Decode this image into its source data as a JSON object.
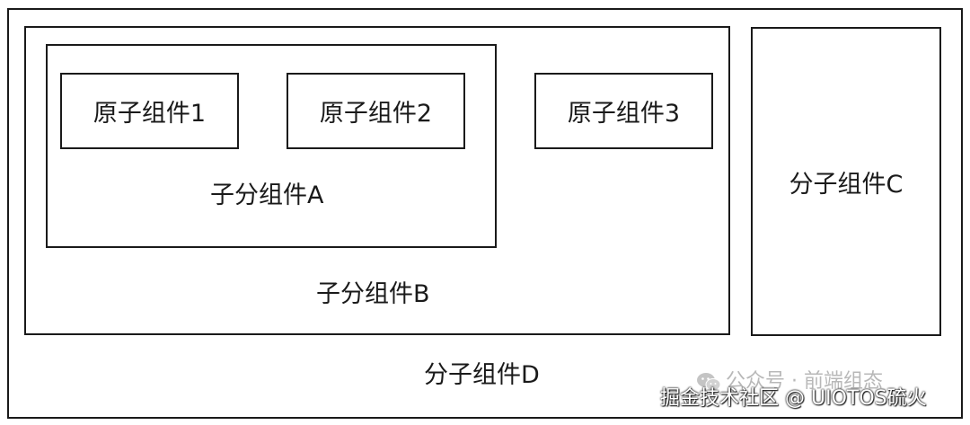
{
  "diagram": {
    "outer_d": {
      "label": "分子组件D"
    },
    "sub_b": {
      "label": "子分组件B"
    },
    "sub_a": {
      "label": "子分组件A"
    },
    "atom_1": {
      "label": "原子组件1"
    },
    "atom_2": {
      "label": "原子组件2"
    },
    "atom_3": {
      "label": "原子组件3"
    },
    "mol_c": {
      "label": "分子组件C"
    }
  },
  "watermark": {
    "account_text": "公众号 · 前端组态",
    "credit_text": "掘金技术社区 @ UIOTOS硫火",
    "wechat_icon": "wechat-icon"
  },
  "colors": {
    "stroke": "#1a1a1a",
    "watermark": "#b8b8b8"
  }
}
